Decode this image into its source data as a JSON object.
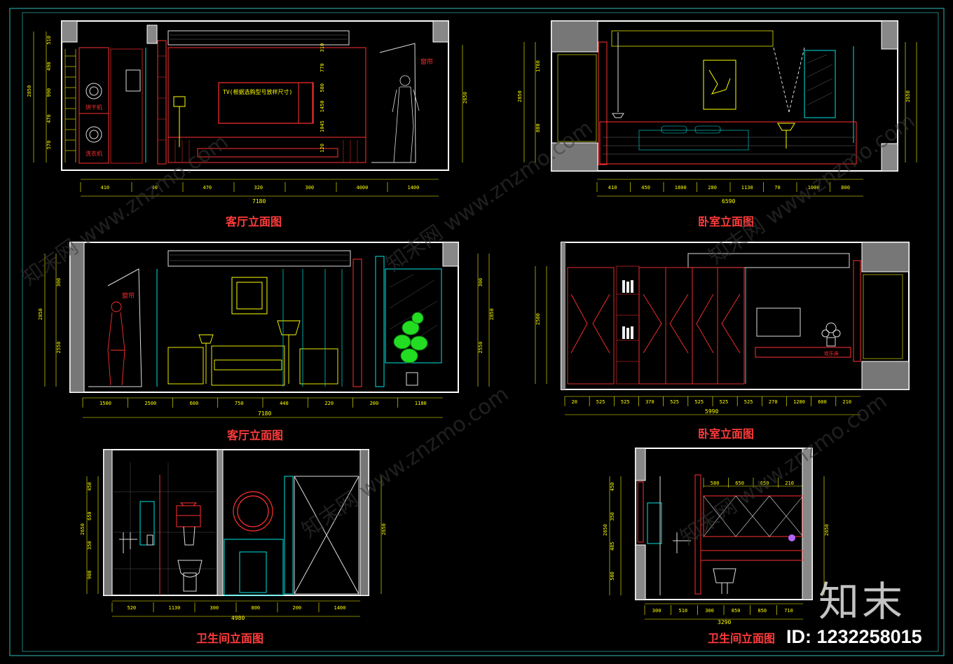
{
  "panels": {
    "living_a": {
      "title": "客厅立面图",
      "labels": {
        "tv": "TV(根据选购型号放样尺寸)",
        "dryer": "烘干机",
        "washer": "洗衣机",
        "curtain": "窗帘"
      },
      "dims_bottom": [
        "410",
        "40",
        "470",
        "320",
        "300",
        "4000",
        "1400"
      ],
      "dims_total": "7180",
      "dims_left": [
        "510",
        "490",
        "990",
        "470",
        "570"
      ],
      "dims_left_total": "2850",
      "dims_right_total": "2650",
      "dims_inner": [
        "310",
        "770",
        "580",
        "1450",
        "1045",
        "120"
      ]
    },
    "bedroom_a": {
      "title": "卧室立面图",
      "dims_bottom": [
        "410",
        "450",
        "1800",
        "280",
        "1130",
        "70",
        "1000",
        "800"
      ],
      "dims_total": "6590",
      "dims_left": [
        "1760",
        "880"
      ],
      "dims_left_total": "2850",
      "dims_right_total": "2650"
    },
    "living_b": {
      "title": "客厅立面图",
      "labels": {
        "curtain": "窗帘"
      },
      "dims_bottom": [
        "1500",
        "2500",
        "600",
        "750",
        "440",
        "220",
        "200",
        "1180"
      ],
      "dims_total": "7180",
      "dims_left": [
        "300",
        "2550"
      ],
      "dims_right": [
        "300",
        "2550"
      ],
      "dims_left_total": "2850",
      "dims_right_total": "2850"
    },
    "bedroom_b": {
      "title": "卧室立面图",
      "labels": {
        "bed": "欢乐床"
      },
      "dims_bottom": [
        "20",
        "525",
        "525",
        "370",
        "525",
        "525",
        "525",
        "525",
        "270",
        "1280",
        "600",
        "210"
      ],
      "dims_total": "5990",
      "dims_left": [
        "2580"
      ]
    },
    "bath_a": {
      "title": "卫生间立面图",
      "dims_bottom": [
        "520",
        "1130",
        "300",
        "800",
        "200",
        "1400"
      ],
      "dims_total": "4980",
      "dims_left": [
        "450",
        "650",
        "350",
        "900"
      ],
      "dims_left_total": "2650",
      "dims_right_total": "2650"
    },
    "bath_b": {
      "title": "卫生间立面图",
      "dims_bottom": [
        "300",
        "510",
        "300",
        "850",
        "850",
        "710"
      ],
      "dims_total": "3290",
      "dims_left": [
        "450",
        "350",
        "485",
        "500"
      ],
      "dims_left_total": "2650",
      "dims_right_total": "2650",
      "dims_top": [
        "580",
        "650",
        "650",
        "210"
      ]
    }
  },
  "watermark": {
    "brand": "知末",
    "id": "ID: 1232258015",
    "site": "知末网 www.znzmo.com"
  },
  "colors": {
    "background": "#000000",
    "frame": "#2a9a9a",
    "wall": "#ffffff",
    "dim": "#ffff00",
    "accent_red": "#ff3030",
    "cyan": "#00e5e5",
    "green": "#22dd22",
    "title": "#ff3b3b"
  }
}
